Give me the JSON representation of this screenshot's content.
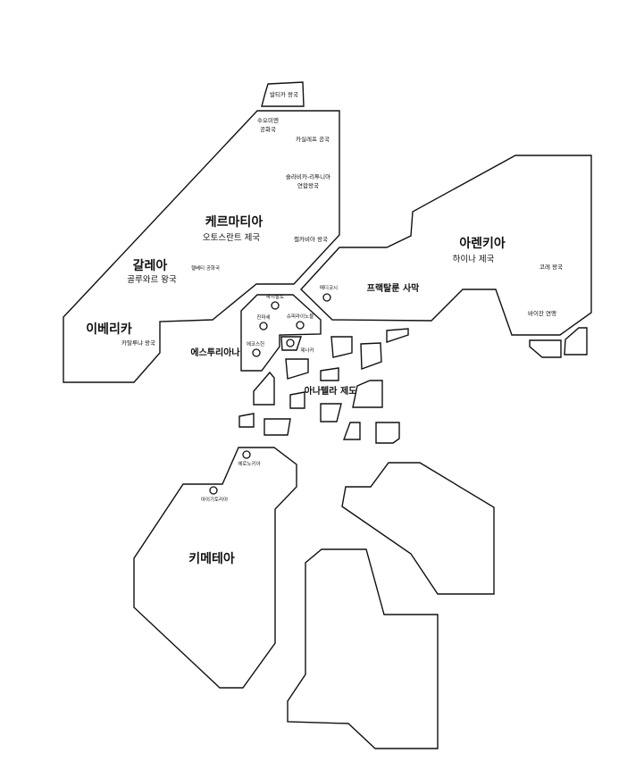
{
  "map": {
    "stroke_color": "#111111",
    "background_color": "#ffffff",
    "continents": {
      "kermatia": "케르마티아",
      "galea": "갈레아",
      "iberika": "이베리카",
      "esturiana": "에스투리아나",
      "arenkia": "아렌키아",
      "anatella": "아나텔라 제도",
      "kimetea": "키메테아"
    },
    "states": {
      "baltika": "발티카 왕국",
      "suomien_1": "수오미엔",
      "suomien_2": "공화국",
      "kasilef": "카실레프 공국",
      "slavika_1": "슬라비카-리투니아",
      "slavika_2": "연합왕국",
      "ostland": "오토스란트 제국",
      "kelkabia": "켈카비아 왕국",
      "helvety": "헬베티 공화국",
      "goluwar": "골루와르 왕국",
      "catalunya": "카탈루냐 왕국",
      "fractalun": "프랙탈룬 사막",
      "haina": "하이나 제국",
      "kore": "코레 왕국",
      "baizan": "바이잔 연맹"
    },
    "cities": {
      "pasitalo": "파시탈로",
      "jinmase": "진마세",
      "supiraino": "슈피라이노블",
      "ekoshun": "에코스헌",
      "zhenaka": "제나카",
      "medikosi": "메디코시",
      "eronokia": "에로노키아",
      "aigitoria": "아이기토리아"
    }
  }
}
